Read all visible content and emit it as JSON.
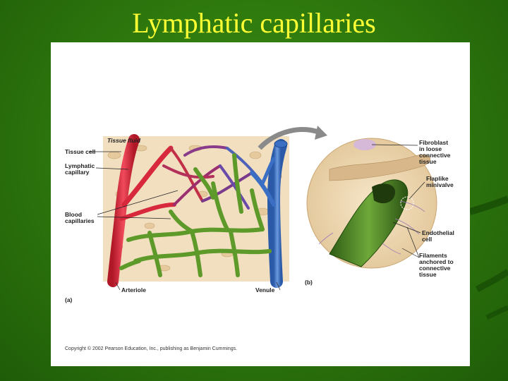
{
  "slide": {
    "title": "Lymphatic capillaries"
  },
  "figure": {
    "panel_a": {
      "labels": {
        "tissue_fluid": "Tissue fluid",
        "tissue_cell": "Tissue cell",
        "lymphatic_capillary_1": "Lymphatic",
        "lymphatic_capillary_2": "capillary",
        "blood_capillaries_1": "Blood",
        "blood_capillaries_2": "capillaries",
        "arteriole": "Arteriole",
        "venule": "Venule",
        "part": "(a)"
      }
    },
    "panel_b": {
      "labels": {
        "fibroblast_1": "Fibroblast",
        "fibroblast_2": "in loose",
        "fibroblast_3": "connective",
        "fibroblast_4": "tissue",
        "flaplike_1": "Flaplike",
        "flaplike_2": "minivalve",
        "endothelial_1": "Endothelial",
        "endothelial_2": "cell",
        "filaments_1": "Filaments",
        "filaments_2": "anchored to",
        "filaments_3": "connective",
        "filaments_4": "tissue",
        "part": "(b)"
      }
    },
    "copyright": "Copyright © 2002 Pearson Education, Inc., publishing as Benjamin Cummings."
  },
  "colors": {
    "background": "#2f7a0e",
    "title": "#ffff33",
    "artery": "#d8283c",
    "vein": "#3a6fc4",
    "lymph": "#5e9a2a",
    "capillary_mix": "#7a3a8c",
    "tissue": "#f1dfc0"
  }
}
